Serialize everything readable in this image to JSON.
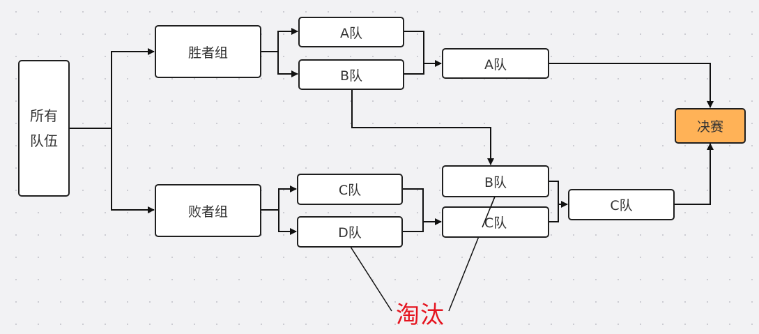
{
  "diagram": {
    "nodes": {
      "all_teams": "所有队伍",
      "winners_group": "胜者组",
      "losers_group": "败者组",
      "winners_team_a": "A队",
      "winners_team_b": "B队",
      "winners_final_team_a": "A队",
      "losers_team_c": "C队",
      "losers_team_d": "D队",
      "losers_round2_team_b": "B队",
      "losers_round2_team_c": "C队",
      "losers_final_team_c": "C队",
      "grand_final": "决赛"
    },
    "annotation": "淘汰",
    "colors": {
      "final_fill": "#ffb257",
      "annotation": "#e5141f",
      "stroke": "#1f1f1f"
    }
  }
}
